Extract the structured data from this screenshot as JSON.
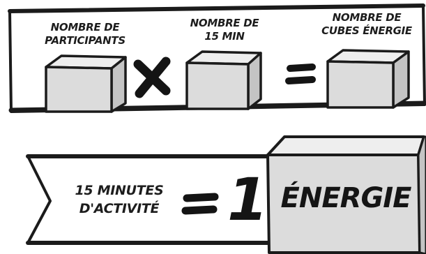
{
  "colors": {
    "ink": "#1b1b1b",
    "cube_front": "#dcdcdc",
    "cube_top": "#eeeeee",
    "cube_side": "#c4c4c4",
    "panel": "#ffffff"
  },
  "equation": {
    "term1": {
      "line1": "NOMBRE DE",
      "line2": "PARTICIPANTS",
      "icon": "cube-icon"
    },
    "operator_multiply": "X",
    "term2": {
      "line1": "NOMBRE DE",
      "line2": "15 MIN",
      "icon": "cube-icon"
    },
    "operator_equals": "=",
    "result": {
      "line1": "NOMBRE DE",
      "line2": "CUBES ÉNERGIE",
      "icon": "cube-icon"
    }
  },
  "conversion": {
    "activity_line1": "15 MINUTES",
    "activity_line2": "D'ACTIVITÉ",
    "operator_equals": "=",
    "count": "1",
    "energy_label": "ÉNERGIE"
  }
}
